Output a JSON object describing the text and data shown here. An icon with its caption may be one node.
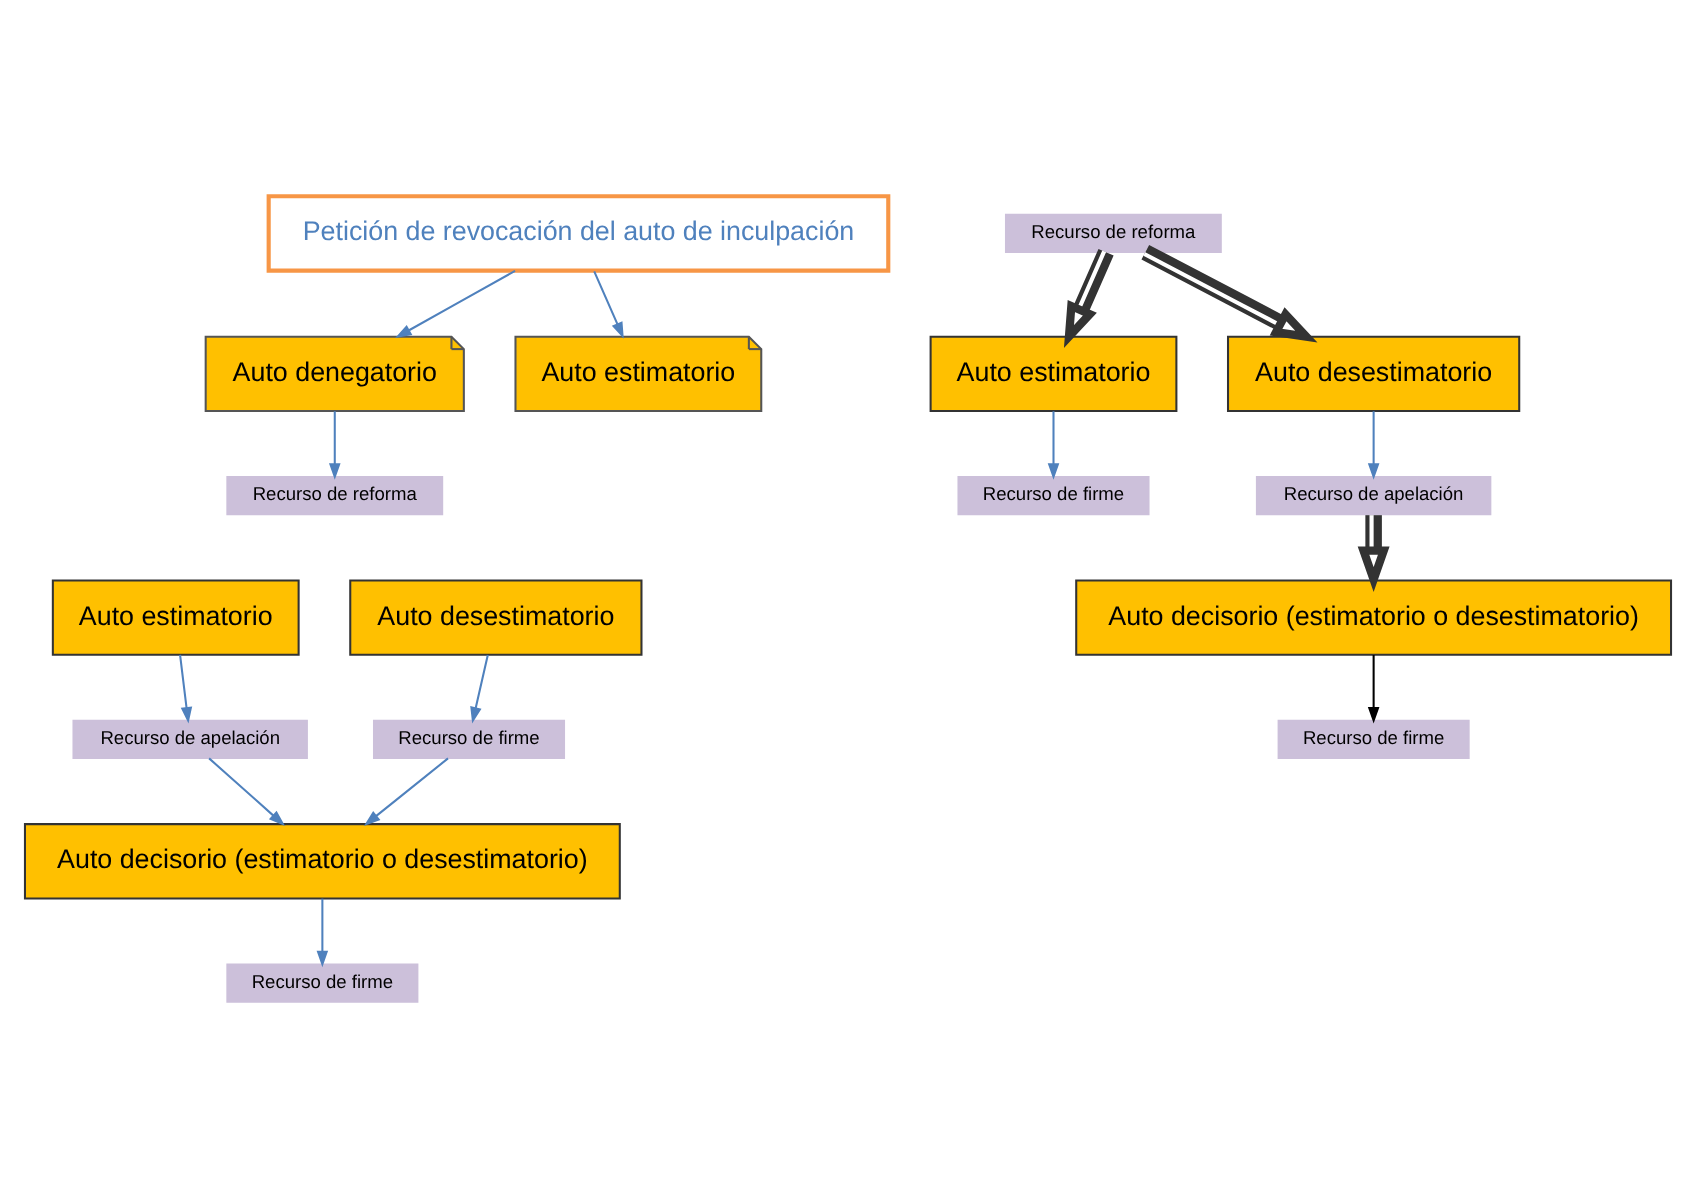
{
  "diagram": {
    "nodes": [
      {
        "text": [
          "Petición de revocación del auto de inculpación"
        ]
      },
      {
        "text": [
          "Auto denegatorio"
        ]
      },
      {
        "text": [
          "Auto estimatorio"
        ]
      },
      {
        "text": [
          "Recurso de reforma"
        ]
      },
      {
        "text": [
          "Auto estimatorio"
        ]
      },
      {
        "text": [
          "Auto desestimatorio"
        ]
      },
      {
        "text": [
          "Recurso de apelación"
        ]
      },
      {
        "text": [
          "Recurso de firme"
        ]
      },
      {
        "text": [
          "Auto decisorio (estimatorio o desestimatorio)"
        ]
      },
      {
        "text": [
          "Recurso de firme"
        ]
      },
      {
        "text": [
          "Recurso de reforma"
        ]
      },
      {
        "text": [
          "Auto estimatorio"
        ]
      },
      {
        "text": [
          "Auto desestimatorio"
        ]
      },
      {
        "text": [
          "Recurso de firme"
        ]
      },
      {
        "text": [
          "Recurso de apelación"
        ]
      },
      {
        "text": [
          "Auto decisorio (estimatorio o desestimatorio)"
        ]
      },
      {
        "text": [
          "Recurso de firme"
        ]
      }
    ],
    "edges": [
      {
        "from": 0,
        "to": 1,
        "arrow": "to"
      },
      {
        "from": 0,
        "to": 2,
        "arrow": "to"
      },
      {
        "from": 1,
        "to": 3,
        "arrow": "to"
      },
      {
        "from": 4,
        "to": 6,
        "arrow": "to"
      },
      {
        "from": 5,
        "to": 7,
        "arrow": "to"
      },
      {
        "from": 6,
        "to": 8,
        "arrow": "to"
      },
      {
        "from": 7,
        "to": 8,
        "arrow": "to"
      },
      {
        "from": 8,
        "to": 9,
        "arrow": "to"
      },
      {
        "from": 10,
        "to": 11,
        "arrow": "to",
        "style": "thick",
        "color": "#333333"
      },
      {
        "from": 10,
        "to": 12,
        "arrow": "to",
        "style": "thick",
        "color": "#333333"
      },
      {
        "from": 11,
        "to": 13,
        "arrow": "to"
      },
      {
        "from": 12,
        "to": 14,
        "arrow": "to"
      },
      {
        "from": 14,
        "to": 15,
        "arrow": "to",
        "style": "thick",
        "color": "#333333"
      },
      {
        "from": 15,
        "to": 16,
        "arrow": "to",
        "color": "#000000"
      }
    ]
  }
}
